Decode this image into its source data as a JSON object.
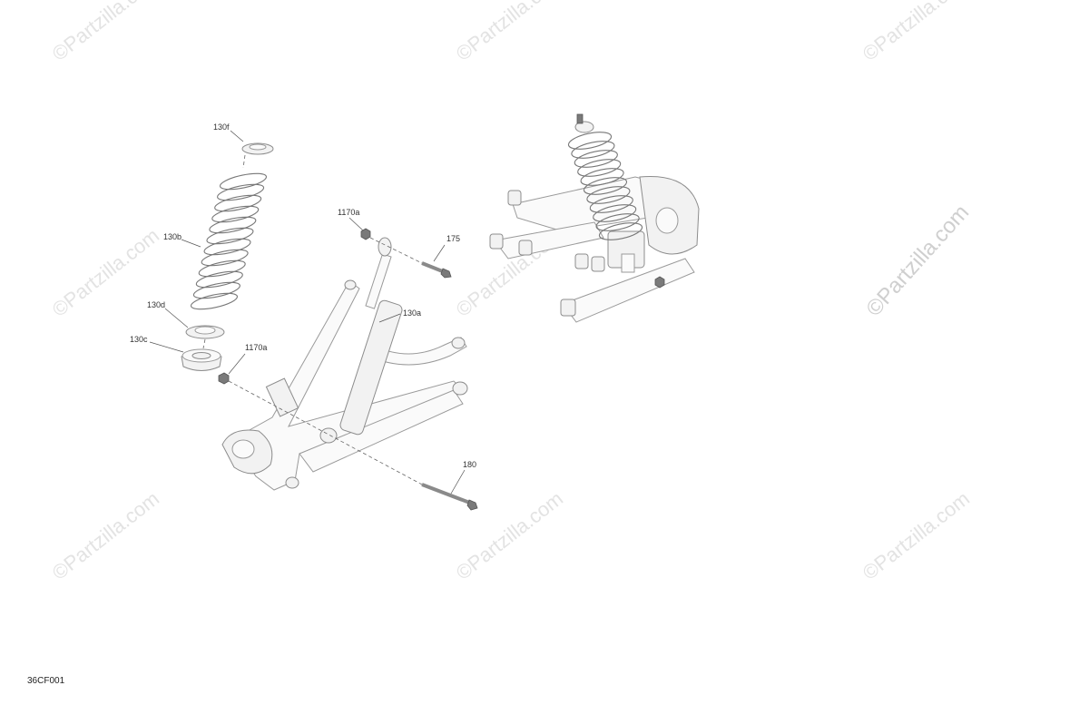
{
  "diagram": {
    "code": "36CF001",
    "watermark": "©Partzilla.com",
    "callouts": {
      "c130f": "130f",
      "c130b": "130b",
      "c130d": "130d",
      "c130c": "130c",
      "c1170a_top": "1170a",
      "c1170a_mid": "1170a",
      "c175": "175",
      "c130a": "130a",
      "c180": "180"
    }
  }
}
